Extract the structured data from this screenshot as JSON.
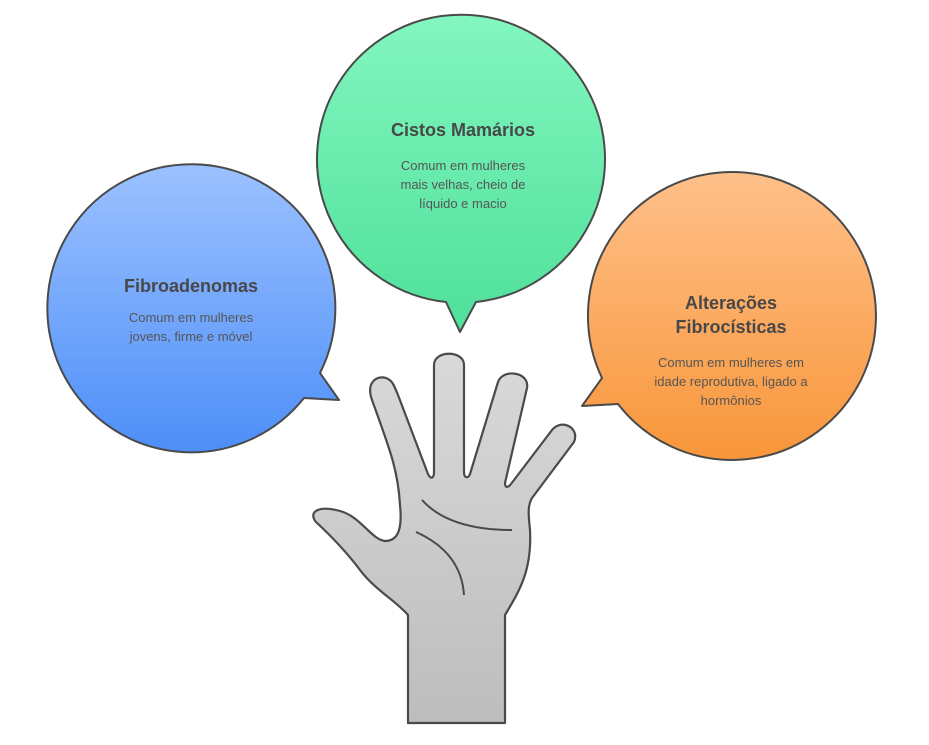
{
  "bubbles": {
    "left": {
      "title": "Fibroadenomas",
      "description": "Comum em mulheres jovens, firme e móvel",
      "colors": {
        "top": "#9cc1ff",
        "bottom": "#4d8ff8"
      }
    },
    "center": {
      "title": "Cistos Mamários",
      "description": "Comum em mulheres mais velhas, cheio de líquido e macio",
      "colors": {
        "top": "#83f6bf",
        "bottom": "#4ee09a"
      }
    },
    "right": {
      "title": "Alterações Fibrocísticas",
      "description": "Comum em mulheres em idade reprodutiva, ligado a hormônios",
      "colors": {
        "top": "#ffc08a",
        "bottom": "#f8963a"
      }
    }
  },
  "hand": {
    "colors": {
      "top": "#d9d9d9",
      "bottom": "#bdbdbd"
    }
  }
}
